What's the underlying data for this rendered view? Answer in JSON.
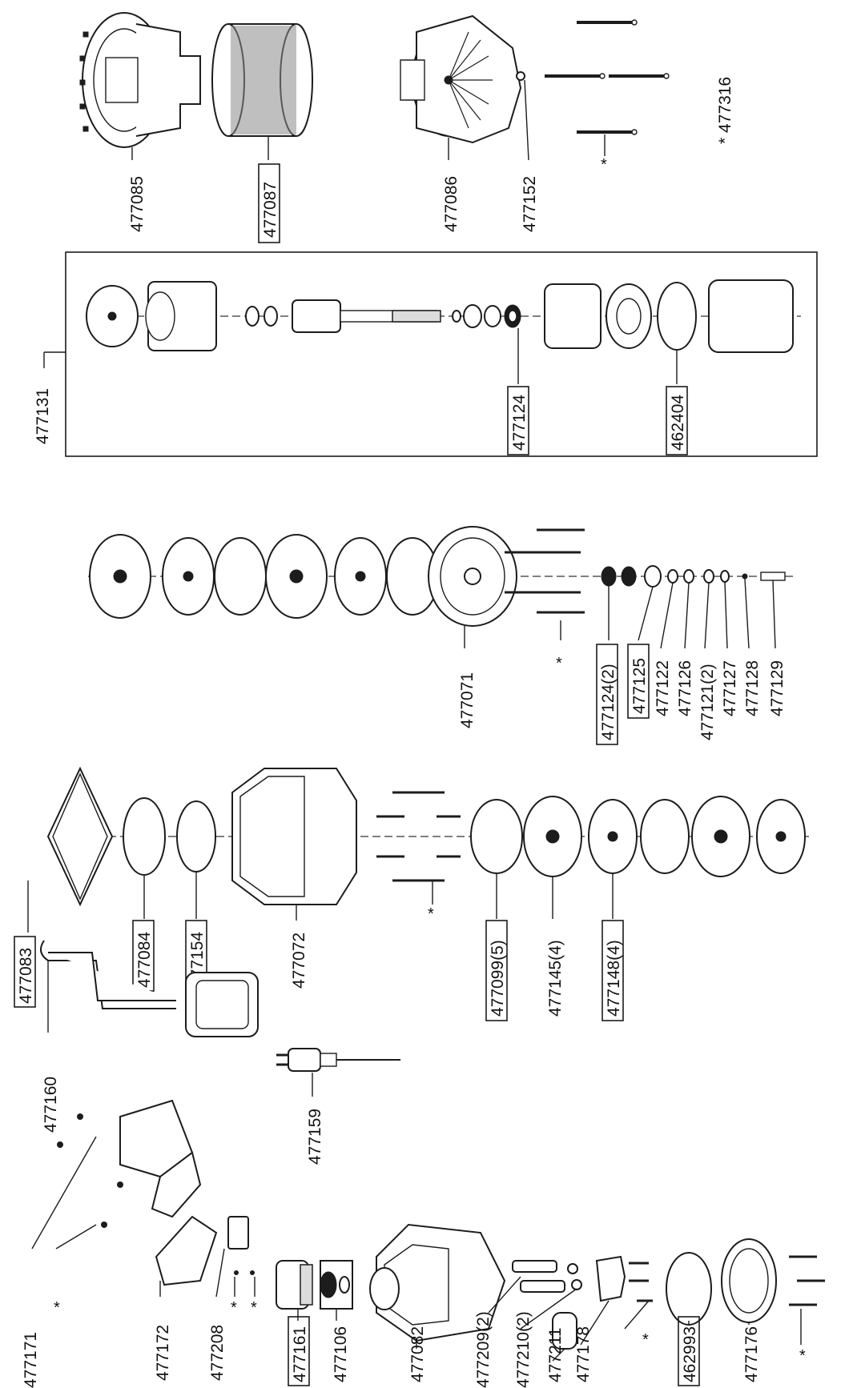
{
  "labels": {
    "p477085": "477085",
    "p477087": "477087",
    "p477086": "477086",
    "p477152": "477152",
    "p477316": "477316",
    "p477131": "477131",
    "p477124": "477124",
    "p462404": "462404",
    "p477071": "477071",
    "p477124_2": "477124(2)",
    "p477125": "477125",
    "p477122": "477122",
    "p477126": "477126",
    "p477121_2": "477121(2)",
    "p477127": "477127",
    "p477128": "477128",
    "p477129": "477129",
    "p477083": "477083",
    "p477084": "477084",
    "p477154": "477154",
    "p477072": "477072",
    "p477099_5": "477099(5)",
    "p477145_4": "477145(4)",
    "p477148_4": "477148(4)",
    "p477160": "477160",
    "p477159": "477159",
    "p477171": "477171",
    "p477172": "477172",
    "p477208": "477208",
    "p477161": "477161",
    "p477106": "477106",
    "p477082": "477082",
    "p477209_2": "477209(2)",
    "p477210_2": "477210(2)",
    "p477211": "477211",
    "p477178": "477178",
    "p462993": "462993",
    "p477176": "477176"
  },
  "marks": {
    "asterisk": "*"
  }
}
